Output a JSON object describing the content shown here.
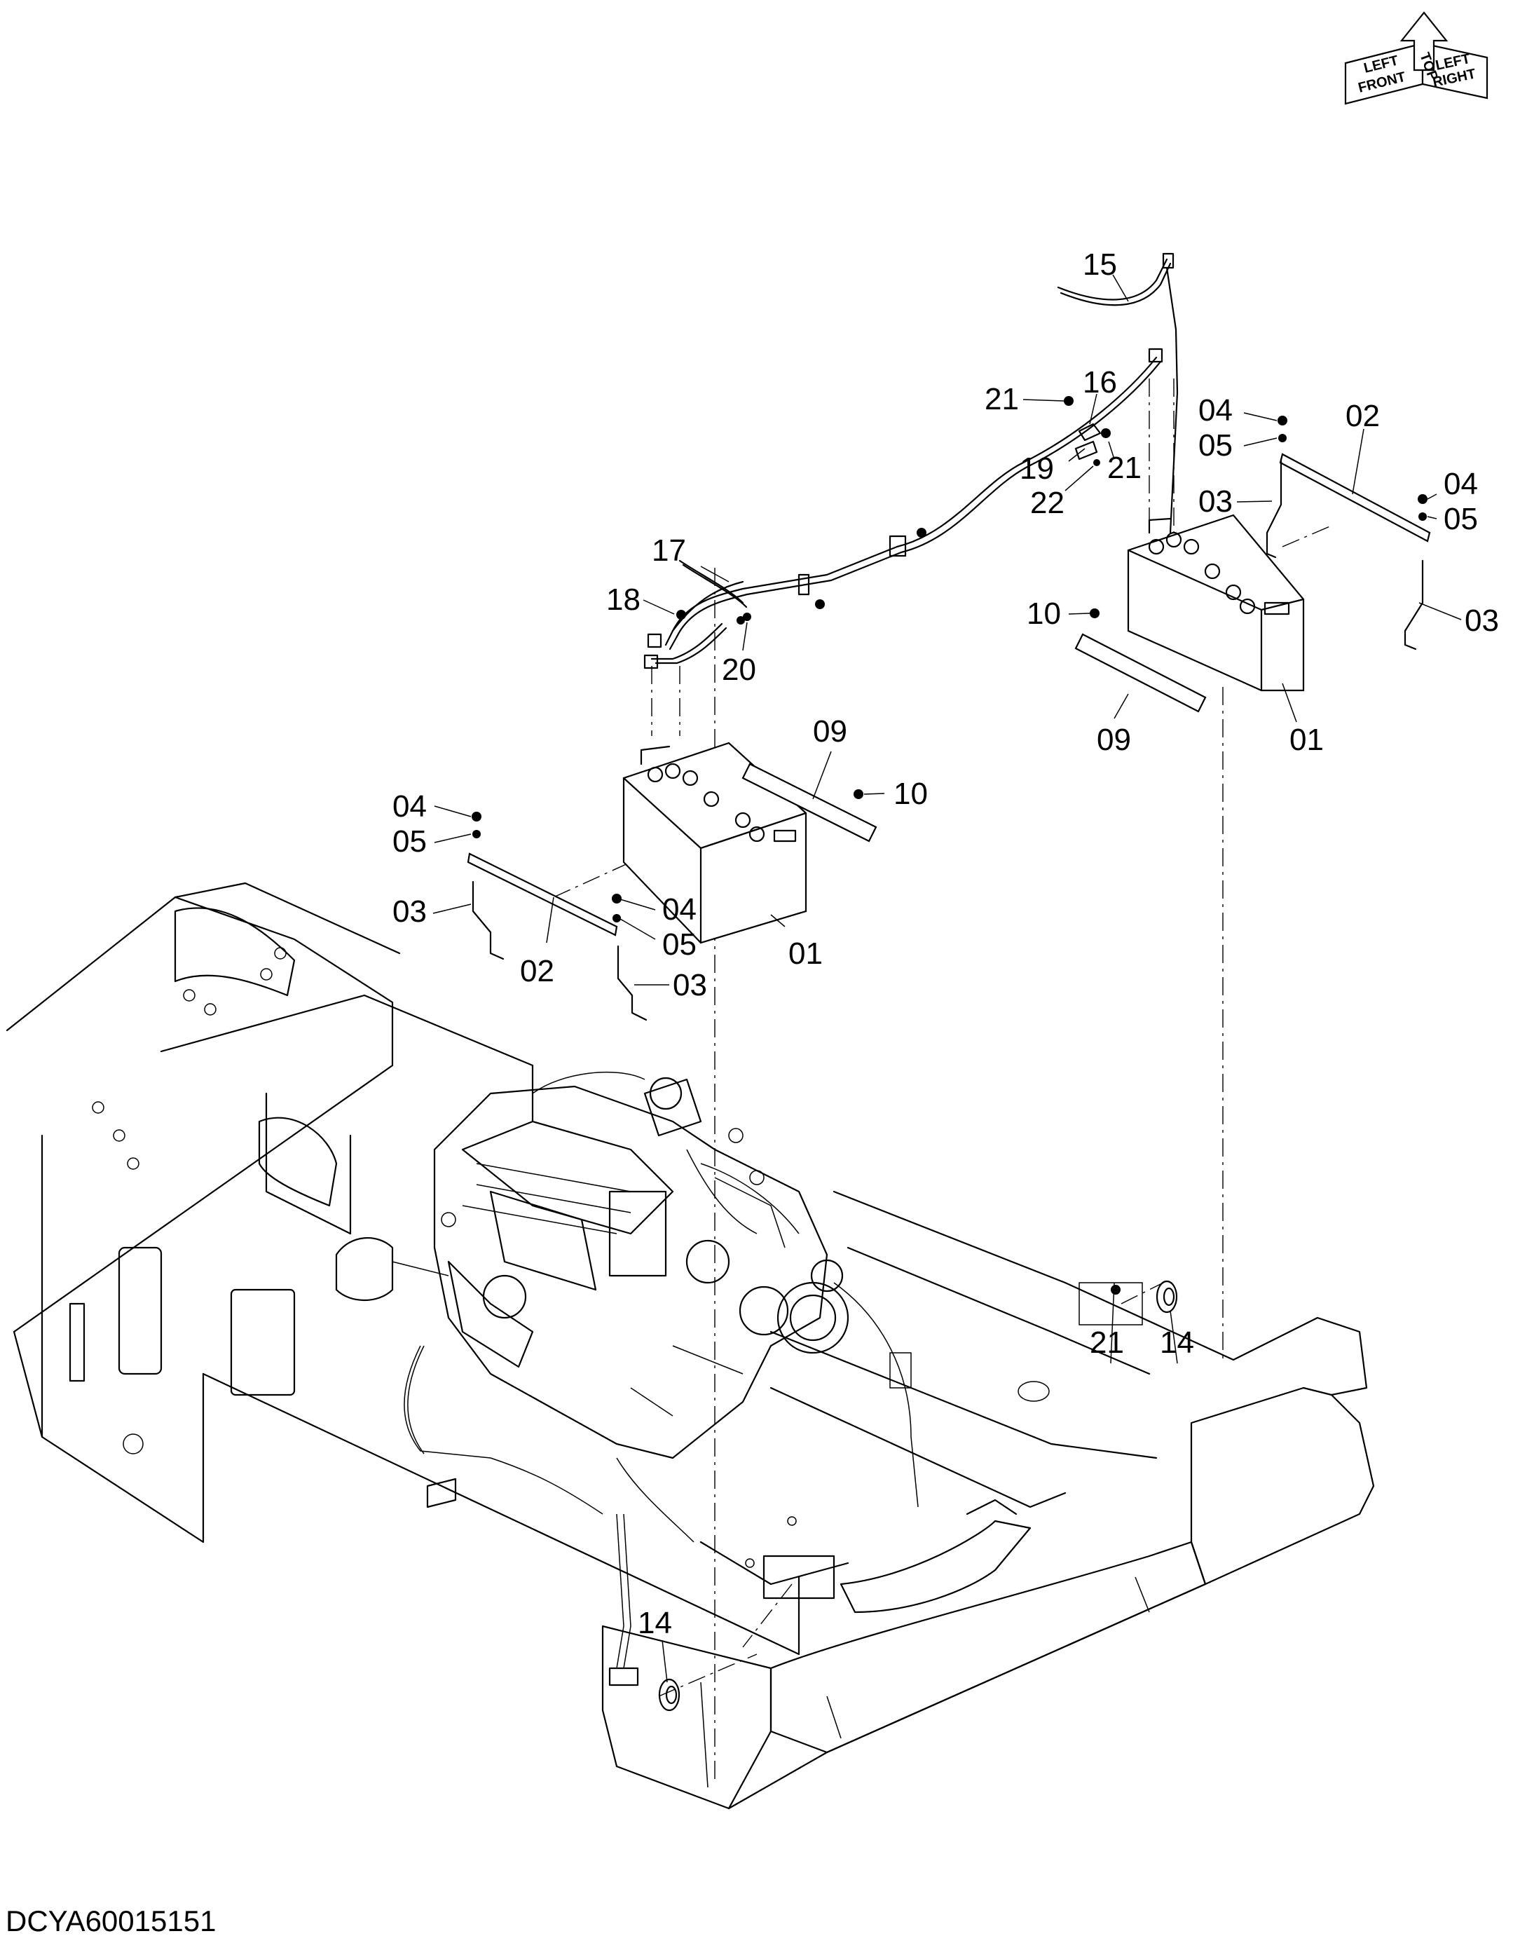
{
  "drawing_code": "DCYA60015151",
  "orientation": {
    "front": "FRONT",
    "right": "RIGHT",
    "top": "TOP",
    "left": "LEFT"
  },
  "callouts": [
    {
      "id": "c-15",
      "text": "15"
    },
    {
      "id": "c-16",
      "text": "16"
    },
    {
      "id": "c-21a",
      "text": "21"
    },
    {
      "id": "c-19",
      "text": "19"
    },
    {
      "id": "c-21b",
      "text": "21"
    },
    {
      "id": "c-22",
      "text": "22"
    },
    {
      "id": "c-17",
      "text": "17"
    },
    {
      "id": "c-18",
      "text": "18"
    },
    {
      "id": "c-20",
      "text": "20"
    },
    {
      "id": "c-04a",
      "text": "04"
    },
    {
      "id": "c-05a",
      "text": "05"
    },
    {
      "id": "c-02a",
      "text": "02"
    },
    {
      "id": "c-04b",
      "text": "04"
    },
    {
      "id": "c-05b",
      "text": "05"
    },
    {
      "id": "c-03a",
      "text": "03"
    },
    {
      "id": "c-03b",
      "text": "03"
    },
    {
      "id": "c-10a",
      "text": "10"
    },
    {
      "id": "c-09a",
      "text": "09"
    },
    {
      "id": "c-01a",
      "text": "01"
    },
    {
      "id": "c-09b",
      "text": "09"
    },
    {
      "id": "c-10b",
      "text": "10"
    },
    {
      "id": "c-04c",
      "text": "04"
    },
    {
      "id": "c-05c",
      "text": "05"
    },
    {
      "id": "c-03c",
      "text": "03"
    },
    {
      "id": "c-02b",
      "text": "02"
    },
    {
      "id": "c-04d",
      "text": "04"
    },
    {
      "id": "c-05d",
      "text": "05"
    },
    {
      "id": "c-03d",
      "text": "03"
    },
    {
      "id": "c-01b",
      "text": "01"
    },
    {
      "id": "c-21c",
      "text": "21"
    },
    {
      "id": "c-14a",
      "text": "14"
    },
    {
      "id": "c-14b",
      "text": "14"
    }
  ]
}
